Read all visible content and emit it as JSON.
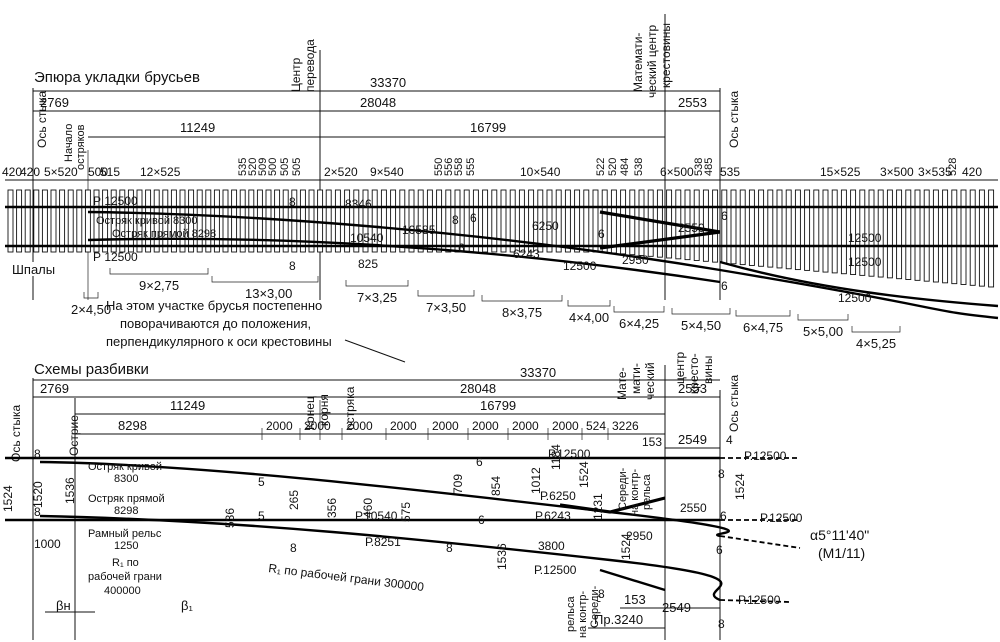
{
  "titles": {
    "epure": "Эпюра укладки брусьев",
    "scheme": "Схемы разбивки"
  },
  "section_labels": {
    "joint_axis_top": "Ось стыка",
    "switch_center": [
      "Центр",
      "перевода"
    ],
    "math_center": [
      "Математи-",
      "ческий центр",
      "крестовины"
    ],
    "joint_axis_right_top": "Ось стыка",
    "point_start": [
      "Начало",
      "остряков"
    ],
    "sleepers": "Шпалы"
  },
  "top_dims": {
    "total": "33370",
    "left": "2769",
    "mid": "28048",
    "right": "2553",
    "a": "11249",
    "b": "16799"
  },
  "spacing_row": [
    "420",
    "420",
    "5×520",
    "500",
    "515",
    "12×525",
    "535",
    "520",
    "509",
    "500",
    "505",
    "505",
    "2×520",
    "9×540",
    "550",
    "556",
    "558",
    "555",
    "10×540",
    "522",
    "520",
    "484",
    "538",
    "6×500",
    "538",
    "485",
    "535",
    "15×525",
    "3×500",
    "3×535",
    "528",
    "420"
  ],
  "epure_rail_labels": [
    "Р 12500",
    "Р 12500",
    "Остряк кривой 8300",
    "Остряк прямой 8298",
    "8346",
    "10540",
    "10585",
    "6250",
    "6243",
    "12500",
    "2550",
    "2950",
    "12500",
    "12500",
    "12500",
    "8",
    "8",
    "8",
    "6",
    "6",
    "6",
    "6",
    "6",
    "825"
  ],
  "beam_groups": [
    "2×4,50",
    "9×2,75",
    "13×3,00",
    "7×3,25",
    "7×3,50",
    "8×3,75",
    "4×4,00",
    "6×4,25",
    "5×4,50",
    "6×4,75",
    "5×5,00",
    "4×5,25"
  ],
  "note": [
    "На этом участке брусья постепенно",
    "поворачиваются до положения,",
    "перпендикулярного к оси крестовины"
  ],
  "scheme_labels": {
    "joint_axis": "Ось стыка",
    "point_tip": "Острие",
    "root_end": [
      "Конец",
      "корня"
    ],
    "point_word": "остряка",
    "math_center": [
      "Мате-",
      "мати-",
      "ческий"
    ],
    "frog_center": [
      "центр",
      "кресто-",
      "вины"
    ],
    "joint_axis_right": "Ось стыка",
    "mid_guard_1": [
      "Середи-",
      "на контр-",
      "рельса"
    ],
    "mid_guard_2": [
      "Середи-",
      "на контр-",
      "рельса"
    ]
  },
  "scheme_dims": {
    "total": "33370",
    "left": "2769",
    "mid": "28048",
    "right": "2553",
    "a": "11249",
    "b": "16799",
    "c": "8298",
    "spans": [
      "2000",
      "2000",
      "2000",
      "2000",
      "2000",
      "2000",
      "2000",
      "2000",
      "524",
      "3226"
    ],
    "d153": "153",
    "d2549": "2549",
    "d4": "4"
  },
  "scheme_text": {
    "curved_point": [
      "Остряк кривой",
      "8300"
    ],
    "straight_point": [
      "Остряк прямой",
      "8298"
    ],
    "stock_rail": [
      "Рамный рельс",
      "1250"
    ],
    "r1": [
      "R₁ по",
      "рабочей грани",
      "400000"
    ],
    "r_main": "R₁ по рабочей грани 300000",
    "gauges": [
      "1524",
      "1520",
      "1536",
      "1000",
      "536",
      "265",
      "356",
      "460",
      "575",
      "709",
      "854",
      "1012",
      "1184",
      "1524",
      "1231",
      "1536",
      "1524",
      "1524"
    ],
    "rails": [
      "Р.12500",
      "Р.6250",
      "Р.10540",
      "Р.6243",
      "Р.8251",
      "Р.12500",
      "Р.12500",
      "Р.12500",
      "Р.12500",
      "3800",
      "2950",
      "2550"
    ],
    "nums": [
      "8",
      "8",
      "5",
      "5",
      "6",
      "6",
      "8",
      "8",
      "8",
      "8",
      "6",
      "6",
      "8"
    ],
    "angle": [
      "α5°11'40\"",
      "(M1/11)"
    ],
    "pr": "Пр.3240",
    "b153": "153",
    "b2549": "2549",
    "beta_n": "βн",
    "beta_1": "β₁"
  }
}
